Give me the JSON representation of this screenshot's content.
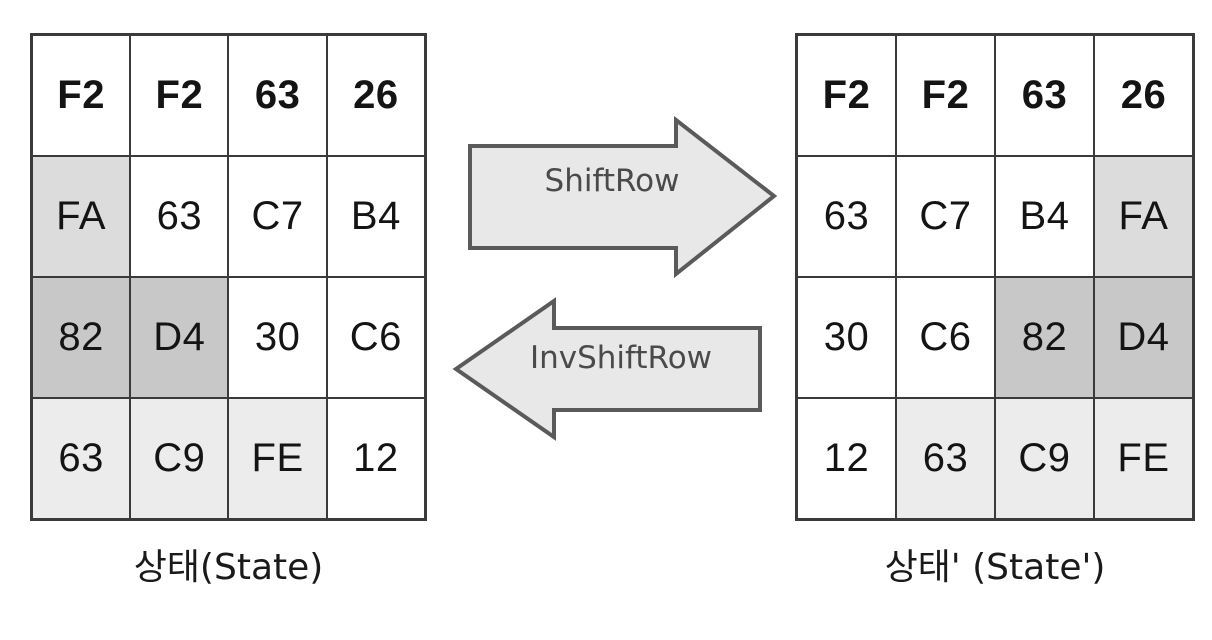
{
  "diagram": {
    "title_semantic": "AES ShiftRow / InvShiftRow state transformation",
    "colors": {
      "cell_white": "#ffffff",
      "cell_light_gray": "#ececec",
      "cell_mid_gray": "#dcdcdc",
      "cell_dark_gray": "#c8c8c8",
      "border": "#3a3a3a",
      "arrow_fill": "#e8e8e8",
      "arrow_stroke": "#5a5a5a",
      "text": "#141414",
      "label_text": "#4a4a4a"
    }
  },
  "left_table": {
    "caption": "상태(State)",
    "rows": [
      {
        "bold": true,
        "cells": [
          {
            "value": "F2",
            "shade": "white"
          },
          {
            "value": "F2",
            "shade": "white"
          },
          {
            "value": "63",
            "shade": "white"
          },
          {
            "value": "26",
            "shade": "white"
          }
        ]
      },
      {
        "bold": false,
        "cells": [
          {
            "value": "FA",
            "shade": "mid"
          },
          {
            "value": "63",
            "shade": "white"
          },
          {
            "value": "C7",
            "shade": "white"
          },
          {
            "value": "B4",
            "shade": "white"
          }
        ]
      },
      {
        "bold": false,
        "cells": [
          {
            "value": "82",
            "shade": "dark"
          },
          {
            "value": "D4",
            "shade": "dark"
          },
          {
            "value": "30",
            "shade": "white"
          },
          {
            "value": "C6",
            "shade": "white"
          }
        ]
      },
      {
        "bold": false,
        "cells": [
          {
            "value": "63",
            "shade": "light"
          },
          {
            "value": "C9",
            "shade": "light"
          },
          {
            "value": "FE",
            "shade": "light"
          },
          {
            "value": "12",
            "shade": "white"
          }
        ]
      }
    ]
  },
  "right_table": {
    "caption": "상태' (State')",
    "rows": [
      {
        "bold": true,
        "cells": [
          {
            "value": "F2",
            "shade": "white"
          },
          {
            "value": "F2",
            "shade": "white"
          },
          {
            "value": "63",
            "shade": "white"
          },
          {
            "value": "26",
            "shade": "white"
          }
        ]
      },
      {
        "bold": false,
        "cells": [
          {
            "value": "63",
            "shade": "white"
          },
          {
            "value": "C7",
            "shade": "white"
          },
          {
            "value": "B4",
            "shade": "white"
          },
          {
            "value": "FA",
            "shade": "mid"
          }
        ]
      },
      {
        "bold": false,
        "cells": [
          {
            "value": "30",
            "shade": "white"
          },
          {
            "value": "C6",
            "shade": "white"
          },
          {
            "value": "82",
            "shade": "dark"
          },
          {
            "value": "D4",
            "shade": "dark"
          }
        ]
      },
      {
        "bold": false,
        "cells": [
          {
            "value": "12",
            "shade": "white"
          },
          {
            "value": "63",
            "shade": "light"
          },
          {
            "value": "C9",
            "shade": "light"
          },
          {
            "value": "FE",
            "shade": "light"
          }
        ]
      }
    ]
  },
  "arrows": {
    "forward": {
      "label": "ShiftRow",
      "direction": "right"
    },
    "inverse": {
      "label": "InvShiftRow",
      "direction": "left"
    }
  }
}
